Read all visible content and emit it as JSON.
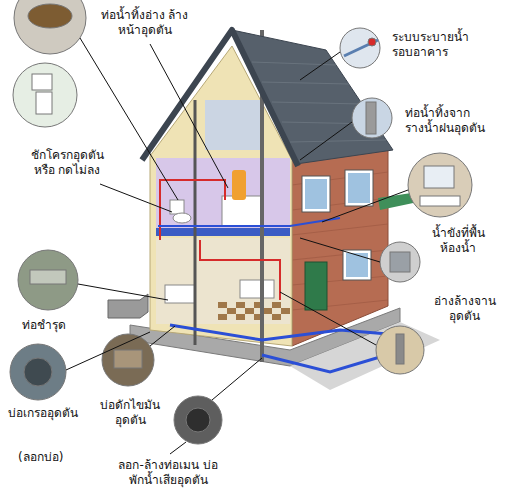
{
  "diagram": {
    "labels": [
      "ท่อน้ำทิ้งอ่าง ล้างหน้าอุดตัน",
      "ระบบระบายน้ำ รอบอาคาร",
      "ท่อน้ำทิ้งจาก รางน้ำฝนอุดตัน",
      "ชักโครกอุดตัน หรือ กดไม่ลง",
      "น้ำขังที่พื้น ห้องน้ำ",
      "อ่างล้างจาน อุดตัน",
      "ท่อชำรุด",
      "บ่อดักไขมัน อุดตัน",
      "บ่อเกรออุดตัน",
      "(ลอกบ่อ)",
      "ลอก-ล้างท่อเมน บ่อพักน้ำเสียอุดตัน"
    ]
  }
}
